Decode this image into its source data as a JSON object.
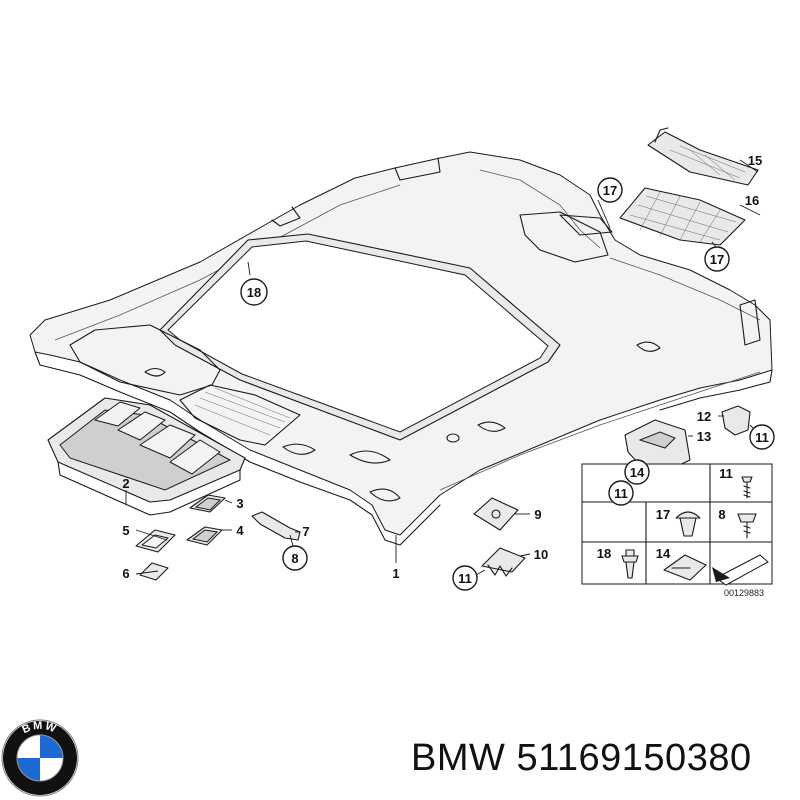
{
  "footer": {
    "brand": "BMW",
    "part_number": "51169150380"
  },
  "logo": {
    "text": "BMW",
    "colors": {
      "blue": "#1c69d4",
      "white": "#ffffff",
      "ring": "#111111"
    }
  },
  "diagram": {
    "reference_code": "00129883",
    "callouts": {
      "c1": "1",
      "c2": "2",
      "c3": "3",
      "c4": "4",
      "c5": "5",
      "c6": "6",
      "c7": "7",
      "c8": "8",
      "c9": "9",
      "c10": "10",
      "c11a": "11",
      "c11b": "11",
      "c11c": "11",
      "c12": "12",
      "c13": "13",
      "c14": "14",
      "c15": "15",
      "c16": "16",
      "c17a": "17",
      "c17b": "17",
      "c18": "18"
    },
    "fastener_table": {
      "r1_11": "11",
      "r2_17": "17",
      "r2_8": "8",
      "r3_18": "18",
      "r3_14": "14"
    }
  }
}
